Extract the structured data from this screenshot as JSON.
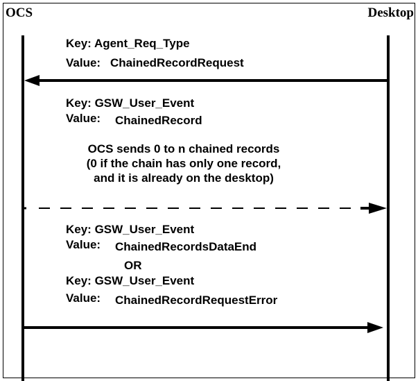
{
  "diagram": {
    "type": "sequence",
    "participants": [
      {
        "id": "ocs",
        "label": "OCS"
      },
      {
        "id": "desktop",
        "label": "Desktop"
      }
    ],
    "messages": [
      {
        "from": "desktop",
        "to": "ocs",
        "style": "solid",
        "key_label": "Key: Agent_Req_Type",
        "value_prefix": "Value:",
        "value": "ChainedRecordRequest"
      },
      {
        "from": "ocs",
        "to": "desktop",
        "style": "dashed",
        "key_label": "Key: GSW_User_Event",
        "value_prefix": "Value:",
        "value": "ChainedRecord",
        "note": [
          "OCS sends 0 to n chained records",
          "(0 if the chain has only one record,",
          "and it is already on the desktop)"
        ]
      },
      {
        "from": "ocs",
        "to": "desktop",
        "style": "solid",
        "alternatives": [
          {
            "key_label": "Key: GSW_User_Event",
            "value_prefix": "Value:",
            "value": "ChainedRecordsDataEnd"
          },
          {
            "key_label": "Key: GSW_User_Event",
            "value_prefix": "Value:",
            "value": "ChainedRecordRequestError"
          }
        ],
        "separator": "OR"
      }
    ]
  }
}
